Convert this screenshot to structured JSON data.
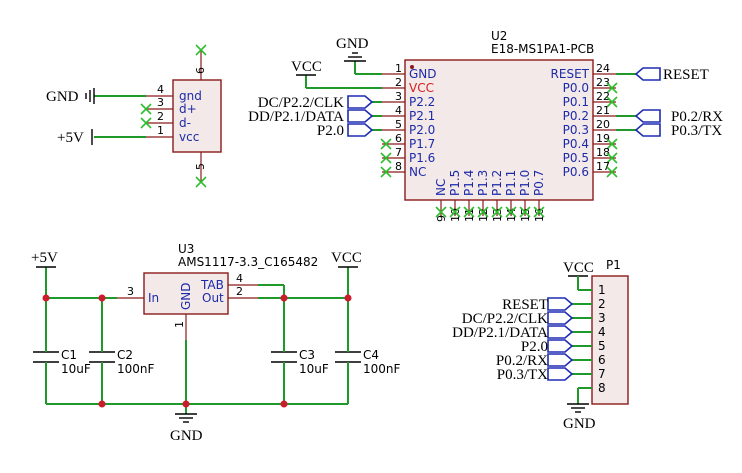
{
  "power": {
    "gnd": "GND",
    "vcc": "VCC",
    "p5v": "+5V"
  },
  "j_usb": {
    "pins": [
      {
        "num": "4",
        "name": "gnd"
      },
      {
        "num": "3",
        "name": "d+"
      },
      {
        "num": "2",
        "name": "d-"
      },
      {
        "num": "1",
        "name": "vcc"
      }
    ],
    "top_pin": "6",
    "bottom_pin": "5"
  },
  "u2": {
    "ref": "U2",
    "value": "E18-MS1PA1-PCB",
    "left_pins": [
      {
        "num": "1",
        "name": "GND"
      },
      {
        "num": "2",
        "name": "VCC"
      },
      {
        "num": "3",
        "name": "P2.2"
      },
      {
        "num": "4",
        "name": "P2.1"
      },
      {
        "num": "5",
        "name": "P2.0"
      },
      {
        "num": "6",
        "name": "P1.7"
      },
      {
        "num": "7",
        "name": "P1.6"
      },
      {
        "num": "8",
        "name": "NC"
      }
    ],
    "right_pins": [
      {
        "num": "24",
        "name": "RESET"
      },
      {
        "num": "23",
        "name": "P0.0"
      },
      {
        "num": "22",
        "name": "P0.1"
      },
      {
        "num": "21",
        "name": "P0.2"
      },
      {
        "num": "20",
        "name": "P0.3"
      },
      {
        "num": "19",
        "name": "P0.4"
      },
      {
        "num": "18",
        "name": "P0.5"
      },
      {
        "num": "17",
        "name": "P0.6"
      }
    ],
    "bottom_pins": [
      {
        "num": "9",
        "name": "NC"
      },
      {
        "num": "10",
        "name": "P1.5"
      },
      {
        "num": "11",
        "name": "P1.4"
      },
      {
        "num": "12",
        "name": "P1.3"
      },
      {
        "num": "13",
        "name": "P1.2"
      },
      {
        "num": "14",
        "name": "P1.1"
      },
      {
        "num": "15",
        "name": "P1.0"
      },
      {
        "num": "16",
        "name": "P0.7"
      }
    ]
  },
  "u2_ports": {
    "left": [
      "DC/P2.2/CLK",
      "DD/P2.1/DATA",
      "P2.0"
    ],
    "right": [
      "RESET",
      "P0.2/RX",
      "P0.3/TX"
    ]
  },
  "u3": {
    "ref": "U3",
    "value": "AMS1117-3.3_C165482",
    "pin_in": "In",
    "pin_out": "Out",
    "pin_tab": "TAB",
    "pin_gnd": "GND",
    "num_in": "3",
    "num_out": "2",
    "num_tab": "4",
    "num_gnd": "1"
  },
  "caps": [
    {
      "ref": "C1",
      "value": "10uF"
    },
    {
      "ref": "C2",
      "value": "100nF"
    },
    {
      "ref": "C3",
      "value": "10uF"
    },
    {
      "ref": "C4",
      "value": "100nF"
    }
  ],
  "p1": {
    "ref": "P1",
    "pins": [
      "1",
      "2",
      "3",
      "4",
      "5",
      "6",
      "7",
      "8"
    ],
    "ports": [
      "RESET",
      "DC/P2.2/CLK",
      "DD/P2.1/DATA",
      "P2.0",
      "P0.2/RX",
      "P0.3/TX"
    ]
  }
}
